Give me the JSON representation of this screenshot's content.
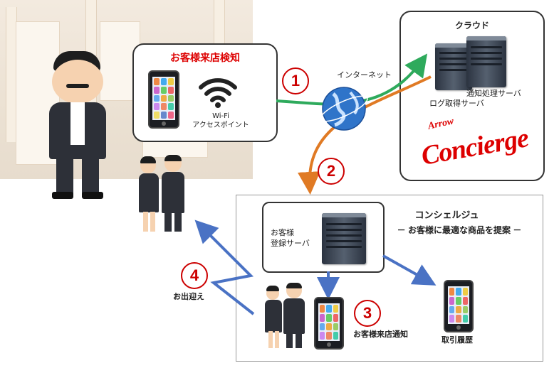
{
  "detection_box": {
    "title": "お客様来店検知",
    "wifi_label_1": "Wi-Fi",
    "wifi_label_2": "アクセスポイント"
  },
  "internet_label": "インターネット",
  "cloud": {
    "title": "クラウド",
    "notify_server": "通知処理サーバ",
    "log_server": "ログ取得サーバ",
    "logo_top": "Arrow",
    "logo_main": "Concierge"
  },
  "concierge_box": {
    "title": "コンシェルジュ",
    "subtitle": "－ お客様に最適な商品を提案 －",
    "server_label_1": "お客様",
    "server_label_2": "登録サーバ"
  },
  "steps": [
    "1",
    "2",
    "3",
    "4"
  ],
  "step3_label": "お客様来店通知",
  "step4_label": "お出迎え",
  "history_label": "取引履歴",
  "colors": {
    "green": "#2eaa5c",
    "orange": "#e07a24",
    "blue": "#4a72c4",
    "red": "#cc0000"
  }
}
